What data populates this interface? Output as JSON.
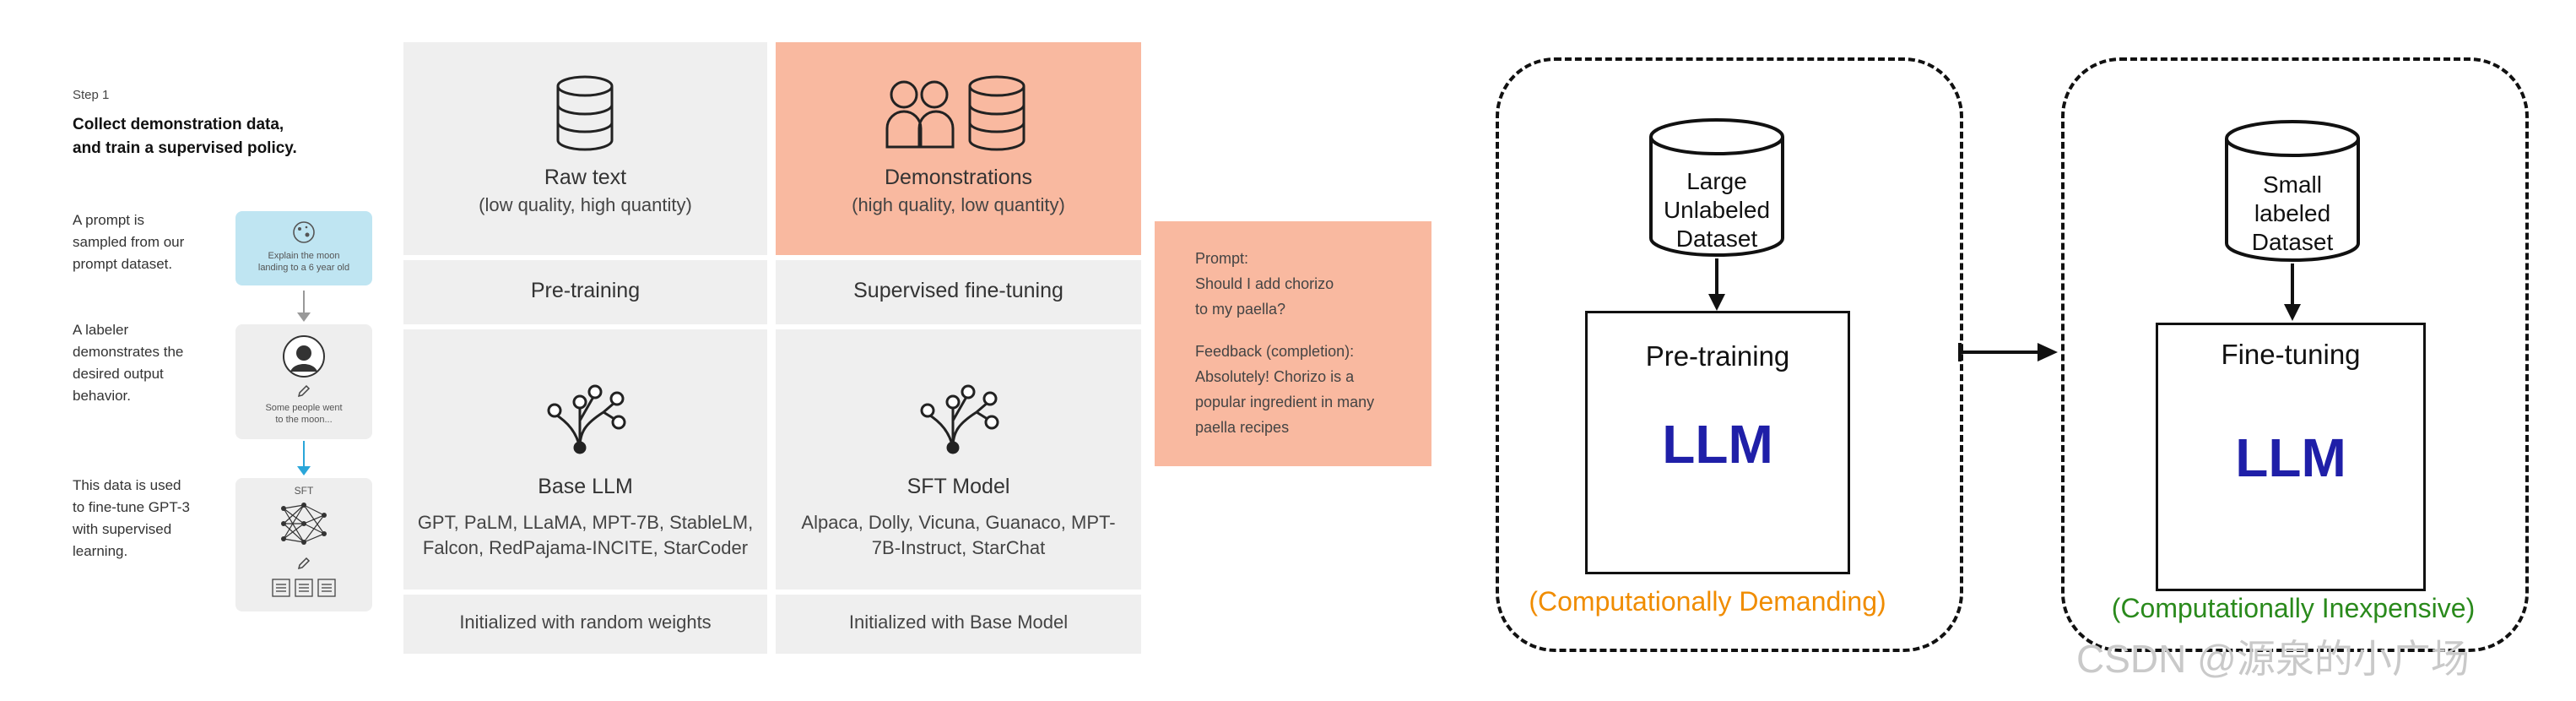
{
  "step": {
    "label": "Step 1",
    "title_line1": "Collect demonstration data,",
    "title_line2": "and train a supervised policy.",
    "items": [
      {
        "text_lines": [
          "A prompt is",
          "sampled from our",
          "prompt dataset."
        ],
        "card_lines": [
          "Explain the moon",
          "landing to a 6 year old"
        ]
      },
      {
        "text_lines": [
          "A labeler",
          "demonstrates the",
          "desired output",
          "behavior."
        ],
        "card_lines": [
          "Some people went",
          "to the moon..."
        ]
      },
      {
        "text_lines": [
          "This data is used",
          "to fine-tune GPT-3",
          "with supervised",
          "learning."
        ],
        "card_label": "SFT"
      }
    ]
  },
  "table": {
    "raw_text": {
      "title": "Raw text",
      "subtitle": "(low quality, high quantity)"
    },
    "demonstrations": {
      "title": "Demonstrations",
      "subtitle": "(high quality, low quantity)"
    },
    "pretraining_label": "Pre-training",
    "sft_label": "Supervised fine-tuning",
    "base_llm": {
      "title": "Base LLM",
      "list_line1": "GPT, PaLM, LLaMA, MPT-7B, StableLM,",
      "list_line2": "Falcon, RedPajama-INCITE, StarCoder"
    },
    "sft_model": {
      "title": "SFT Model",
      "list_line1": "Alpaca, Dolly, Vicuna, Guanaco, MPT-",
      "list_line2": "7B-Instruct, StarChat"
    },
    "init_random": "Initialized with random weights",
    "init_base": "Initialized with Base Model"
  },
  "prompt_card": {
    "lines": [
      "Prompt:",
      "Should I add chorizo",
      "to my paella?",
      "Feedback (completion):",
      "Absolutely! Chorizo is a",
      "popular ingredient in many",
      "paella recipes"
    ]
  },
  "diagram": {
    "pretrain": {
      "db_lines": [
        "Large",
        "Unlabeled",
        "Dataset"
      ],
      "title": "Pre-training",
      "model": "LLM",
      "note": "(Computationally Demanding)"
    },
    "finetune": {
      "db_lines": [
        "Small",
        "labeled",
        "Dataset"
      ],
      "title": "Fine-tuning",
      "model": "LLM",
      "note": "(Computationally Inexpensive)"
    },
    "colors": {
      "model_text": "#1f1fa8",
      "note_orange": "#f08c00",
      "note_green": "#2a8a1c"
    }
  },
  "watermark": "CSDN @源泉的小广场"
}
